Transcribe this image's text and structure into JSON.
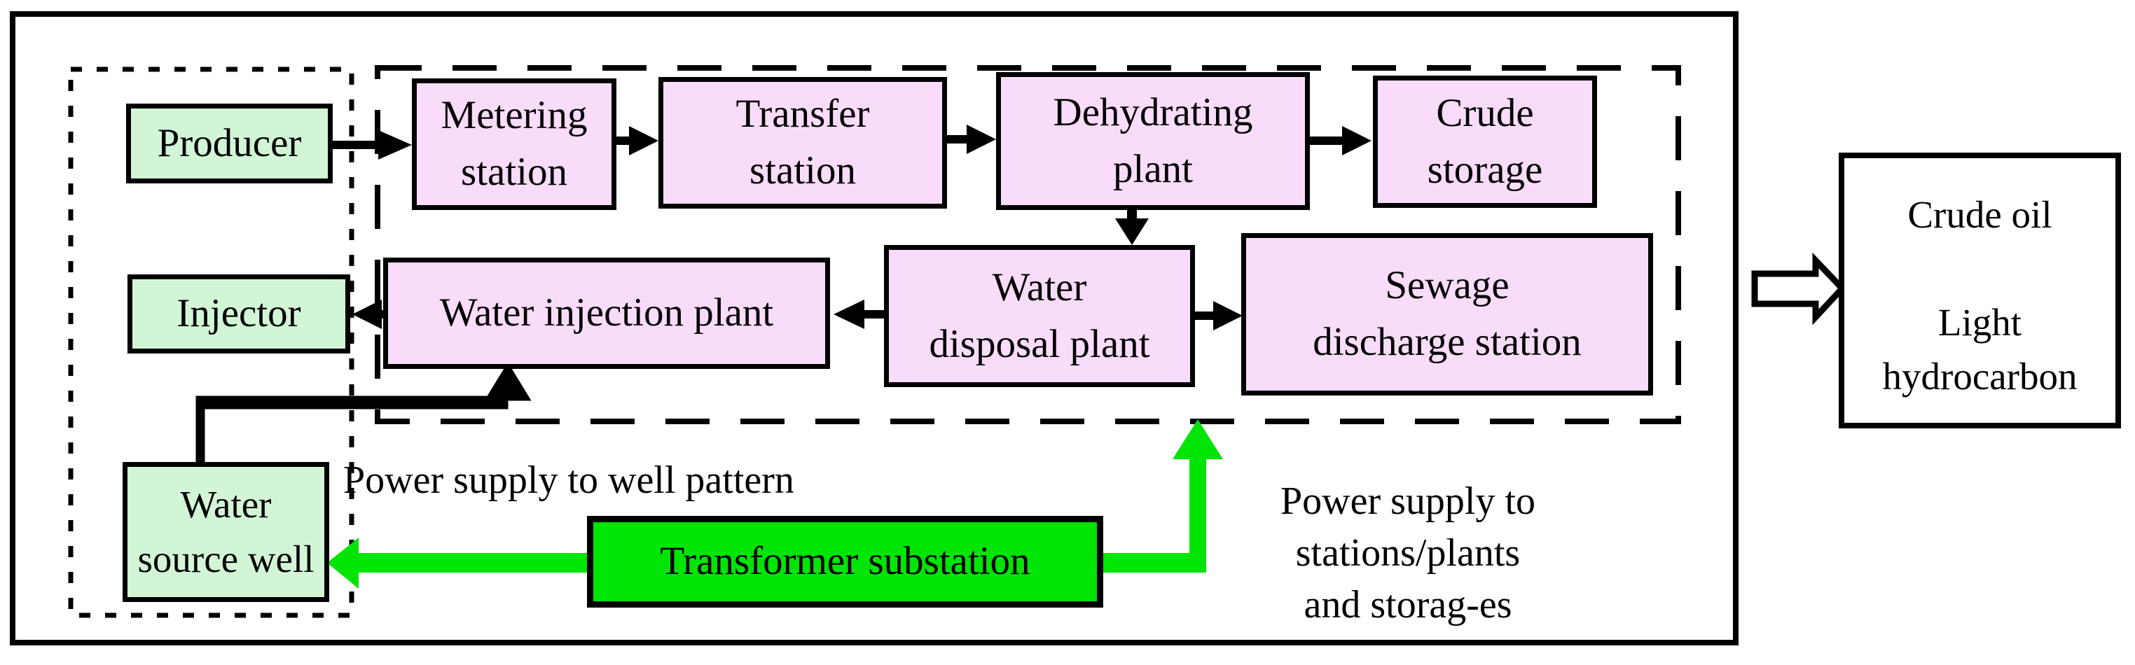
{
  "boxes": {
    "producer": {
      "label": "Producer"
    },
    "injector": {
      "label": "Injector"
    },
    "water_source_well": {
      "line1": "Water",
      "line2": "source well"
    },
    "metering": {
      "line1": "Metering",
      "line2": "station"
    },
    "transfer": {
      "line1": "Transfer",
      "line2": "station"
    },
    "dehydrating": {
      "line1": "Dehydrating",
      "line2": "plant"
    },
    "crude_storage": {
      "line1": "Crude",
      "line2": "storage"
    },
    "water_injection": {
      "label": "Water injection plant"
    },
    "water_disposal": {
      "line1": "Water",
      "line2": "disposal plant"
    },
    "sewage": {
      "line1": "Sewage",
      "line2": "discharge station"
    },
    "transformer": {
      "label": "Transformer substation"
    },
    "output": {
      "line1": "Crude oil",
      "line2": "Light",
      "line3": "hydrocarbon"
    }
  },
  "annotations": {
    "well_pattern": "Power supply to well pattern",
    "stations": {
      "line1": "Power supply to",
      "line2": "stations/plants",
      "line3": "and storag-es"
    }
  },
  "colors": {
    "box_green": "#d2f5d6",
    "box_pink": "#f9dcf9",
    "power_green": "#00e406",
    "ink": "#000000",
    "bg": "#ffffff"
  }
}
